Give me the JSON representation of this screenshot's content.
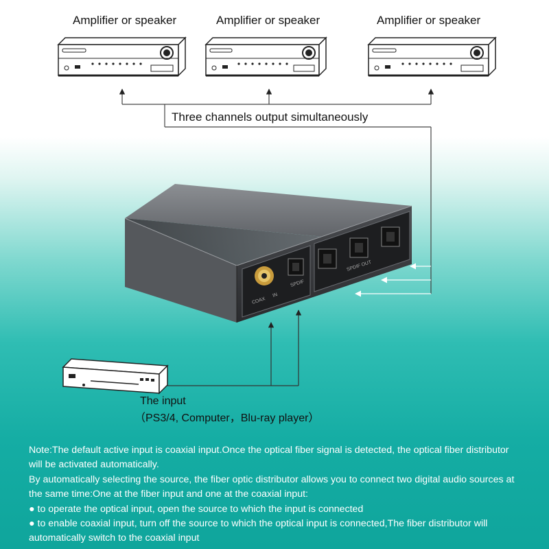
{
  "outputs": [
    {
      "label": "Amplifier or speaker"
    },
    {
      "label": "Amplifier or speaker"
    },
    {
      "label": "Amplifier or speaker"
    }
  ],
  "output_caption": "Three channels output simultaneously",
  "device": {
    "coax_label": "COAX",
    "in_label": "IN",
    "spdif_label": "SPDIF",
    "spdif_out_label": "SPDIF OUT"
  },
  "input": {
    "title": "The input",
    "sources": "（PS3/4, Computer，Blu-ray player）"
  },
  "note": {
    "line1": "Note:The default active input is coaxial input.Once the optical fiber signal is detected, the optical fiber distributor will be activated automatically.",
    "line2": "By automatically selecting the source, the fiber optic distributor allows you to connect two digital audio sources at the same time:One at the fiber input and one at the coaxial input:",
    "bullet1": "● to operate the optical input, open the source to which the input is connected",
    "bullet2": "● to enable coaxial input, turn off the source to which the optical input is connected,The fiber distributor will automatically switch to the coaxial input"
  },
  "colors": {
    "accent_teal": "#15ada4",
    "line": "#ffffff",
    "diagram_line": "#333333"
  }
}
